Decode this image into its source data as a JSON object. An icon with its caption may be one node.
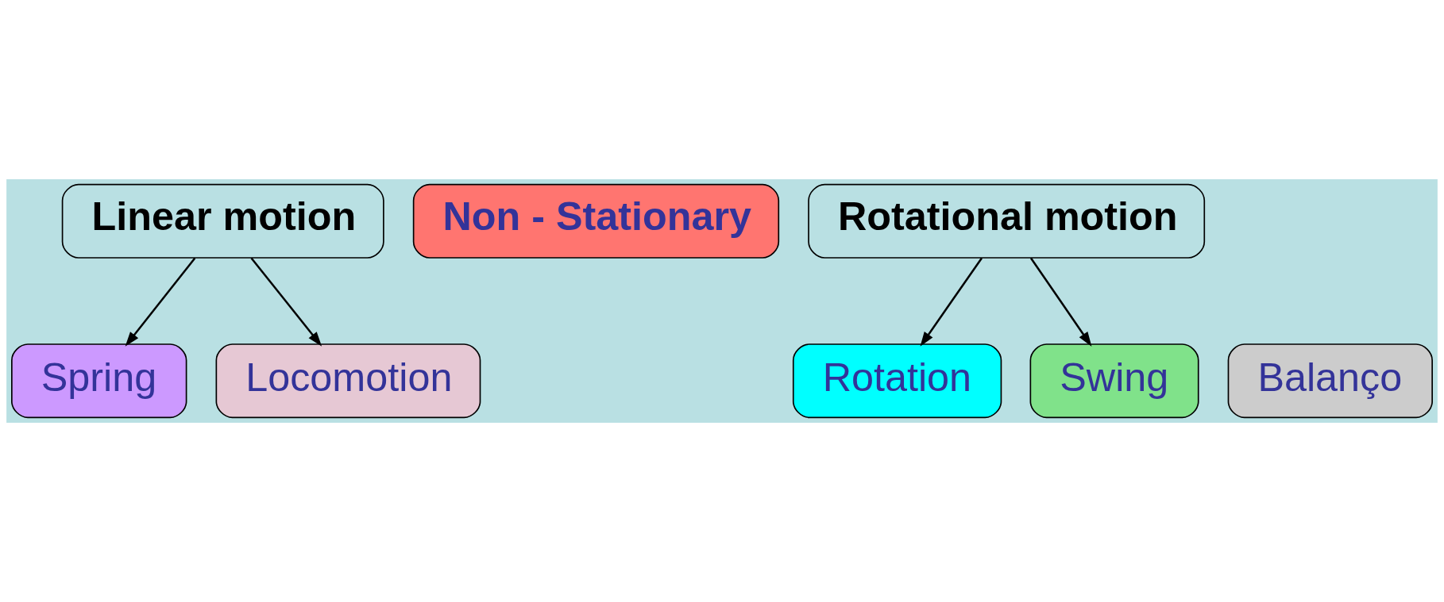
{
  "diagram": {
    "nodes": [
      {
        "text": [
          "Linear motion"
        ]
      },
      {
        "text": [
          "Non - Stationary"
        ]
      },
      {
        "text": [
          "Rotational motion"
        ]
      },
      {
        "text": [
          "Spring"
        ]
      },
      {
        "text": [
          "Locomotion"
        ]
      },
      {
        "text": [
          "Rotation"
        ]
      },
      {
        "text": [
          "Swing"
        ]
      },
      {
        "text": [
          "Balanço"
        ]
      }
    ],
    "edges": [
      {
        "from": 0,
        "to": 3,
        "arrow": "to"
      },
      {
        "from": 0,
        "to": 4,
        "arrow": "to"
      },
      {
        "from": 2,
        "to": 5,
        "arrow": "to"
      },
      {
        "from": 2,
        "to": 6,
        "arrow": "to"
      }
    ]
  }
}
